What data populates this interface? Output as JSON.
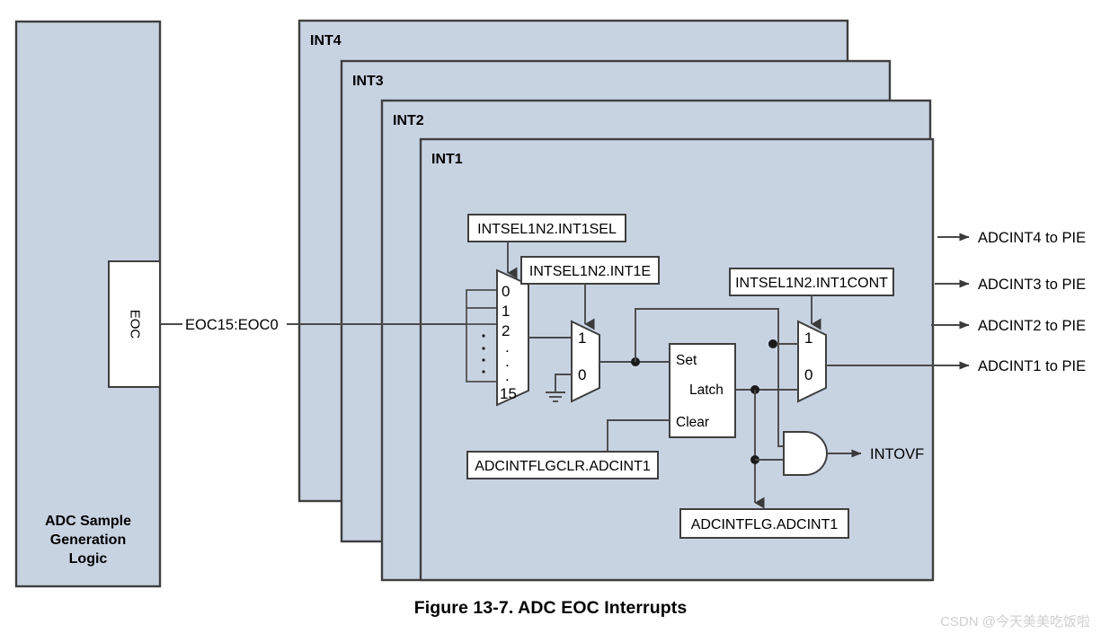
{
  "figure": {
    "caption": "Figure 13-7. ADC EOC Interrupts",
    "watermark": "CSDN @今天美美吃饭啦"
  },
  "colors": {
    "panel_fill": "#c8d3e2",
    "panel_stroke": "#3f3f3f",
    "box_fill": "#ffffff",
    "wire": "#4a4a4a",
    "text": "#000000",
    "watermark": "#cfcfcf"
  },
  "left_block": {
    "title_line1": "ADC Sample",
    "title_line2": "Generation",
    "title_line3": "Logic",
    "eoc_box_label": "EOC"
  },
  "bus": {
    "label": "EOC15:EOC0"
  },
  "panels": [
    {
      "label": "INT4"
    },
    {
      "label": "INT3"
    },
    {
      "label": "INT2"
    },
    {
      "label": "INT1"
    }
  ],
  "registers": {
    "int1sel": "INTSEL1N2.INT1SEL",
    "int1e": "INTSEL1N2.INT1E",
    "int1cont": "INTSEL1N2.INT1CONT",
    "intflgclr": "ADCINTFLGCLR.ADCINT1",
    "intflg": "ADCINTFLG.ADCINT1"
  },
  "mux16": {
    "inputs": [
      "0",
      "1",
      "2",
      ".",
      ".",
      ".",
      "15"
    ]
  },
  "mux_enable": {
    "top_label": "1",
    "bottom_label": "0"
  },
  "mux_cont": {
    "top_label": "1",
    "bottom_label": "0"
  },
  "latch": {
    "set_label": "Set",
    "latch_label": "Latch",
    "clear_label": "Clear"
  },
  "gate": {
    "type": "AND",
    "output_label": "INTOVF"
  },
  "outputs": [
    {
      "label": "ADCINT4 to PIE"
    },
    {
      "label": "ADCINT3 to PIE"
    },
    {
      "label": "ADCINT2 to PIE"
    },
    {
      "label": "ADCINT1 to PIE"
    }
  ]
}
